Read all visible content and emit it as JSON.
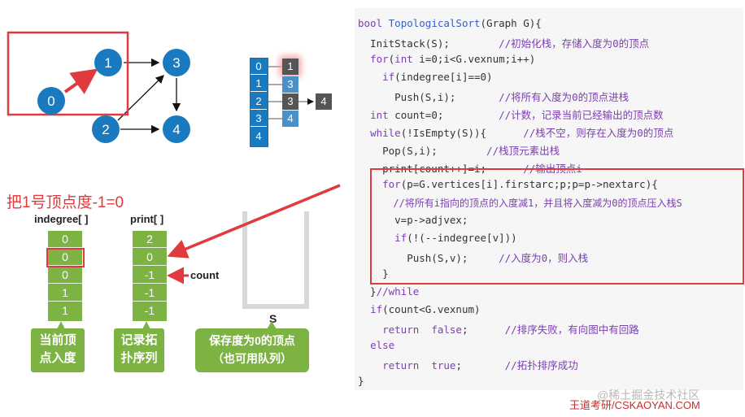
{
  "graph": {
    "nodes": [
      "0",
      "1",
      "2",
      "3",
      "4"
    ]
  },
  "adjlist": {
    "rows": [
      {
        "index": "0",
        "first": "1"
      },
      {
        "index": "1",
        "first": "3"
      },
      {
        "index": "2",
        "first": "3",
        "second": "4"
      },
      {
        "index": "3",
        "first": "4"
      },
      {
        "index": "4"
      }
    ]
  },
  "caption": "把1号顶点度-1=0",
  "indegree": {
    "title": "indegree[ ]",
    "values": [
      "0",
      "0",
      "0",
      "1",
      "1"
    ],
    "label": "当前顶\n点入度"
  },
  "print": {
    "title": "print[ ]",
    "values": [
      "2",
      "0",
      "-1",
      "-1",
      "-1"
    ],
    "label": "记录拓\n扑序列",
    "pointer": "count"
  },
  "stack": {
    "title": "S",
    "label": "保存度为0的顶点\n（也可用队列）"
  },
  "code": {
    "lines": [
      "bool TopologicalSort(Graph G){",
      "  InitStack(S);        //初始化栈，存储入度为0的顶点",
      "  for(int i=0;i<G.vexnum;i++)",
      "    if(indegree[i]==0)",
      "      Push(S,i);       //将所有入度为0的顶点进栈",
      "  int count=0;         //计数，记录当前已经输出的顶点数",
      "  while(!IsEmpty(S)){      //栈不空，则存在入度为0的顶点",
      "    Pop(S,i);        //栈顶元素出栈",
      "    print[count++]=i;      //输出顶点i",
      "    for(p=G.vertices[i].firstarc;p;p=p->nextarc){",
      "      //将所有i指向的顶点的入度减1，并且将入度减为0的顶点压入栈S",
      "      v=p->adjvex;",
      "      if(!(--indegree[v]))",
      "        Push(S,v);     //入度为0，则入栈",
      "    }",
      "  }//while",
      "  if(count<G.vexnum)",
      "    return  false;      //排序失败，有向图中有回路",
      "  else",
      "    return  true;       //拓扑排序成功",
      "}"
    ]
  },
  "watermark": "@稀土掘金技术社区",
  "brand": "王道考研/CSKAOYAN.COM",
  "colors": {
    "node": "#1a7abf",
    "green": "#7cb342",
    "red": "#e0393e",
    "adj_blue": "#4a90c9",
    "adj_dark": "#555555"
  }
}
